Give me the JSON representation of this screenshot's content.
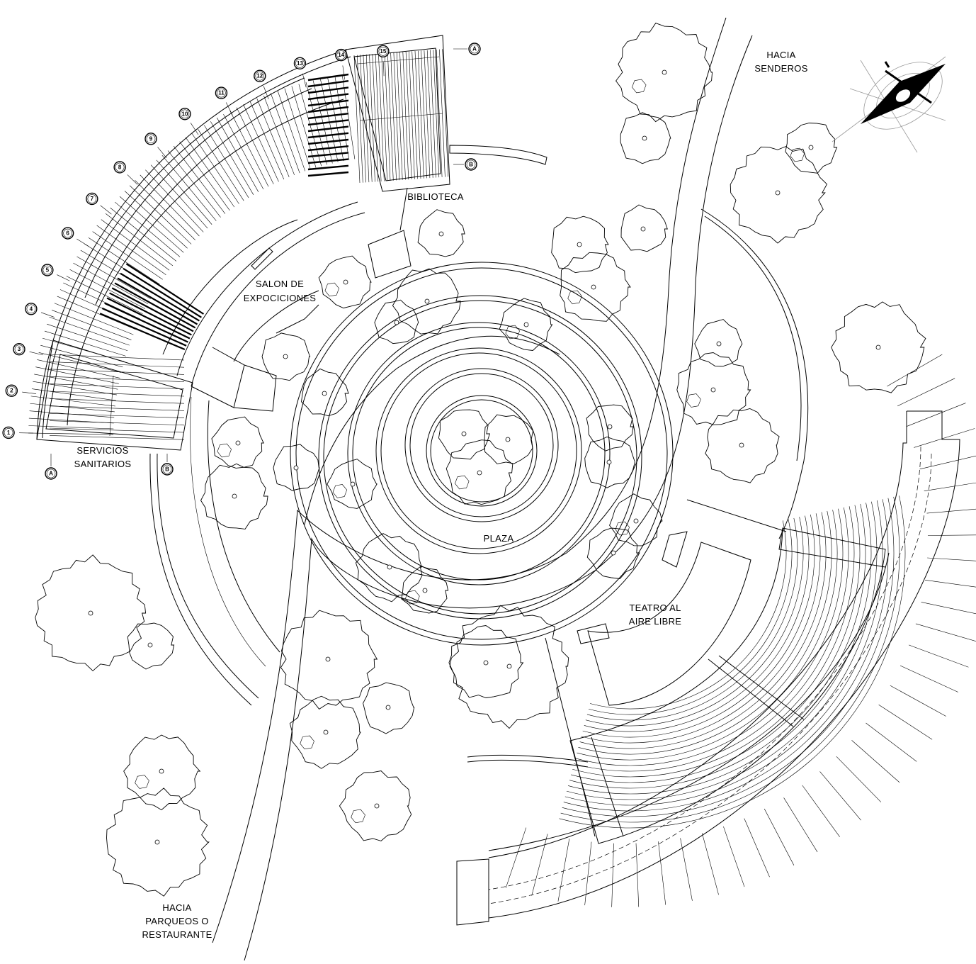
{
  "labels": {
    "hacia_senderos_1": "HACIA",
    "hacia_senderos_2": "SENDEROS",
    "biblioteca": "BIBLIOTECA",
    "salon_1": "SALON DE",
    "salon_2": "EXPOCICIONES",
    "servicios_1": "SERVICIOS",
    "servicios_2": "SANITARIOS",
    "plaza": "PLAZA",
    "teatro_1": "TEATRO AL",
    "teatro_2": "AIRE LIBRE",
    "parqueos_1": "HACIA",
    "parqueos_2": "PARQUEOS O",
    "parqueos_3": "RESTAURANTE"
  },
  "grid_axes": {
    "numbers": [
      "1",
      "2",
      "3",
      "4",
      "5",
      "6",
      "7",
      "8",
      "9",
      "10",
      "11",
      "12",
      "13",
      "14",
      "15"
    ],
    "letters": [
      "A",
      "B"
    ]
  },
  "colors": {
    "line": "#000000",
    "north_guides": "#999999",
    "background": "#ffffff"
  }
}
